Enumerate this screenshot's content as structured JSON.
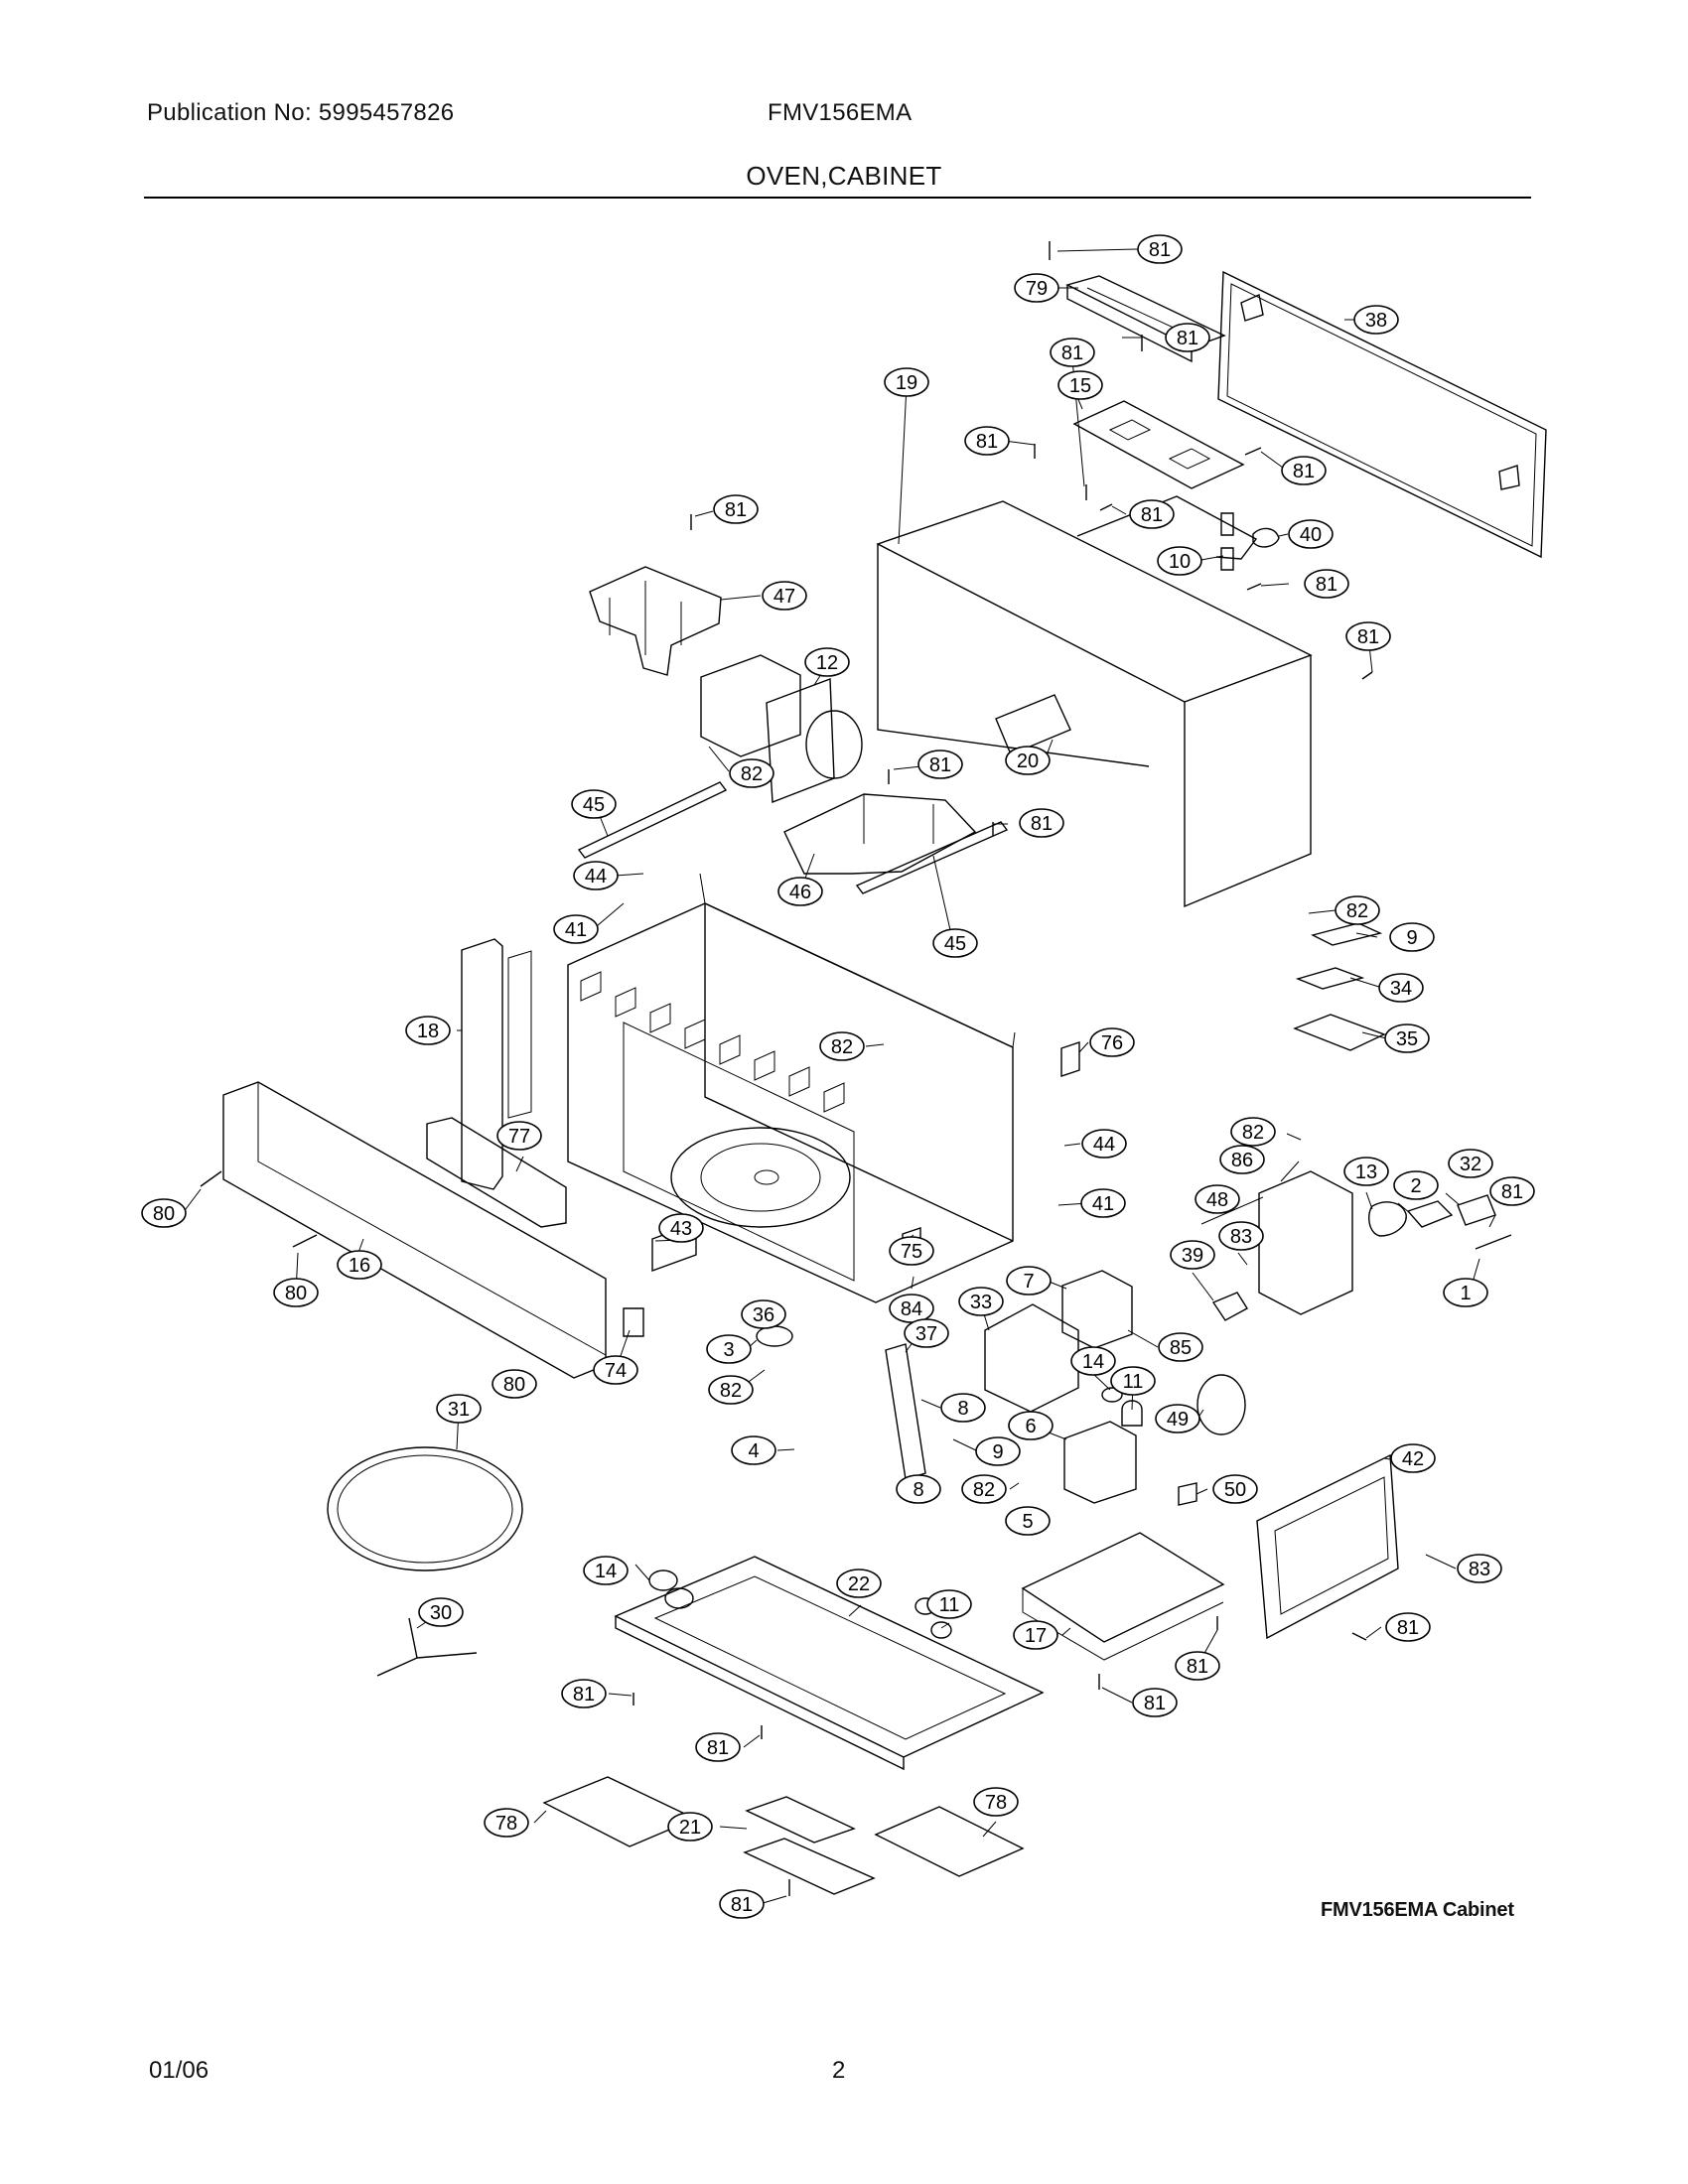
{
  "header": {
    "publication": "Publication No: 5995457826",
    "model": "FMV156EMA",
    "title": "OVEN,CABINET"
  },
  "diagram": {
    "caption": "FMV156EMA Cabinet",
    "callouts": [
      {
        "label": "81"
      },
      {
        "label": "79"
      },
      {
        "label": "38"
      },
      {
        "label": "15"
      },
      {
        "label": "81"
      },
      {
        "label": "81"
      },
      {
        "label": "81"
      },
      {
        "label": "81"
      },
      {
        "label": "81"
      },
      {
        "label": "19"
      },
      {
        "label": "40"
      },
      {
        "label": "10"
      },
      {
        "label": "81"
      },
      {
        "label": "81"
      },
      {
        "label": "81"
      },
      {
        "label": "47"
      },
      {
        "label": "12"
      },
      {
        "label": "82"
      },
      {
        "label": "81"
      },
      {
        "label": "20"
      },
      {
        "label": "45"
      },
      {
        "label": "81"
      },
      {
        "label": "44"
      },
      {
        "label": "46"
      },
      {
        "label": "45"
      },
      {
        "label": "41"
      },
      {
        "label": "82"
      },
      {
        "label": "9"
      },
      {
        "label": "34"
      },
      {
        "label": "35"
      },
      {
        "label": "18"
      },
      {
        "label": "82"
      },
      {
        "label": "76"
      },
      {
        "label": "82"
      },
      {
        "label": "44"
      },
      {
        "label": "77"
      },
      {
        "label": "86"
      },
      {
        "label": "41"
      },
      {
        "label": "80"
      },
      {
        "label": "13"
      },
      {
        "label": "32"
      },
      {
        "label": "48"
      },
      {
        "label": "2"
      },
      {
        "label": "81"
      },
      {
        "label": "43"
      },
      {
        "label": "83"
      },
      {
        "label": "16"
      },
      {
        "label": "75"
      },
      {
        "label": "39"
      },
      {
        "label": "80"
      },
      {
        "label": "7"
      },
      {
        "label": "1"
      },
      {
        "label": "84"
      },
      {
        "label": "36"
      },
      {
        "label": "33"
      },
      {
        "label": "3"
      },
      {
        "label": "37"
      },
      {
        "label": "85"
      },
      {
        "label": "74"
      },
      {
        "label": "14"
      },
      {
        "label": "80"
      },
      {
        "label": "82"
      },
      {
        "label": "11"
      },
      {
        "label": "8"
      },
      {
        "label": "49"
      },
      {
        "label": "31"
      },
      {
        "label": "6"
      },
      {
        "label": "4"
      },
      {
        "label": "9"
      },
      {
        "label": "42"
      },
      {
        "label": "8"
      },
      {
        "label": "82"
      },
      {
        "label": "50"
      },
      {
        "label": "5"
      },
      {
        "label": "14"
      },
      {
        "label": "22"
      },
      {
        "label": "11"
      },
      {
        "label": "83"
      },
      {
        "label": "30"
      },
      {
        "label": "17"
      },
      {
        "label": "81"
      },
      {
        "label": "81"
      },
      {
        "label": "81"
      },
      {
        "label": "81"
      },
      {
        "label": "81"
      },
      {
        "label": "78"
      },
      {
        "label": "78"
      },
      {
        "label": "21"
      },
      {
        "label": "81"
      }
    ]
  },
  "footer": {
    "date": "01/06",
    "page": "2"
  }
}
